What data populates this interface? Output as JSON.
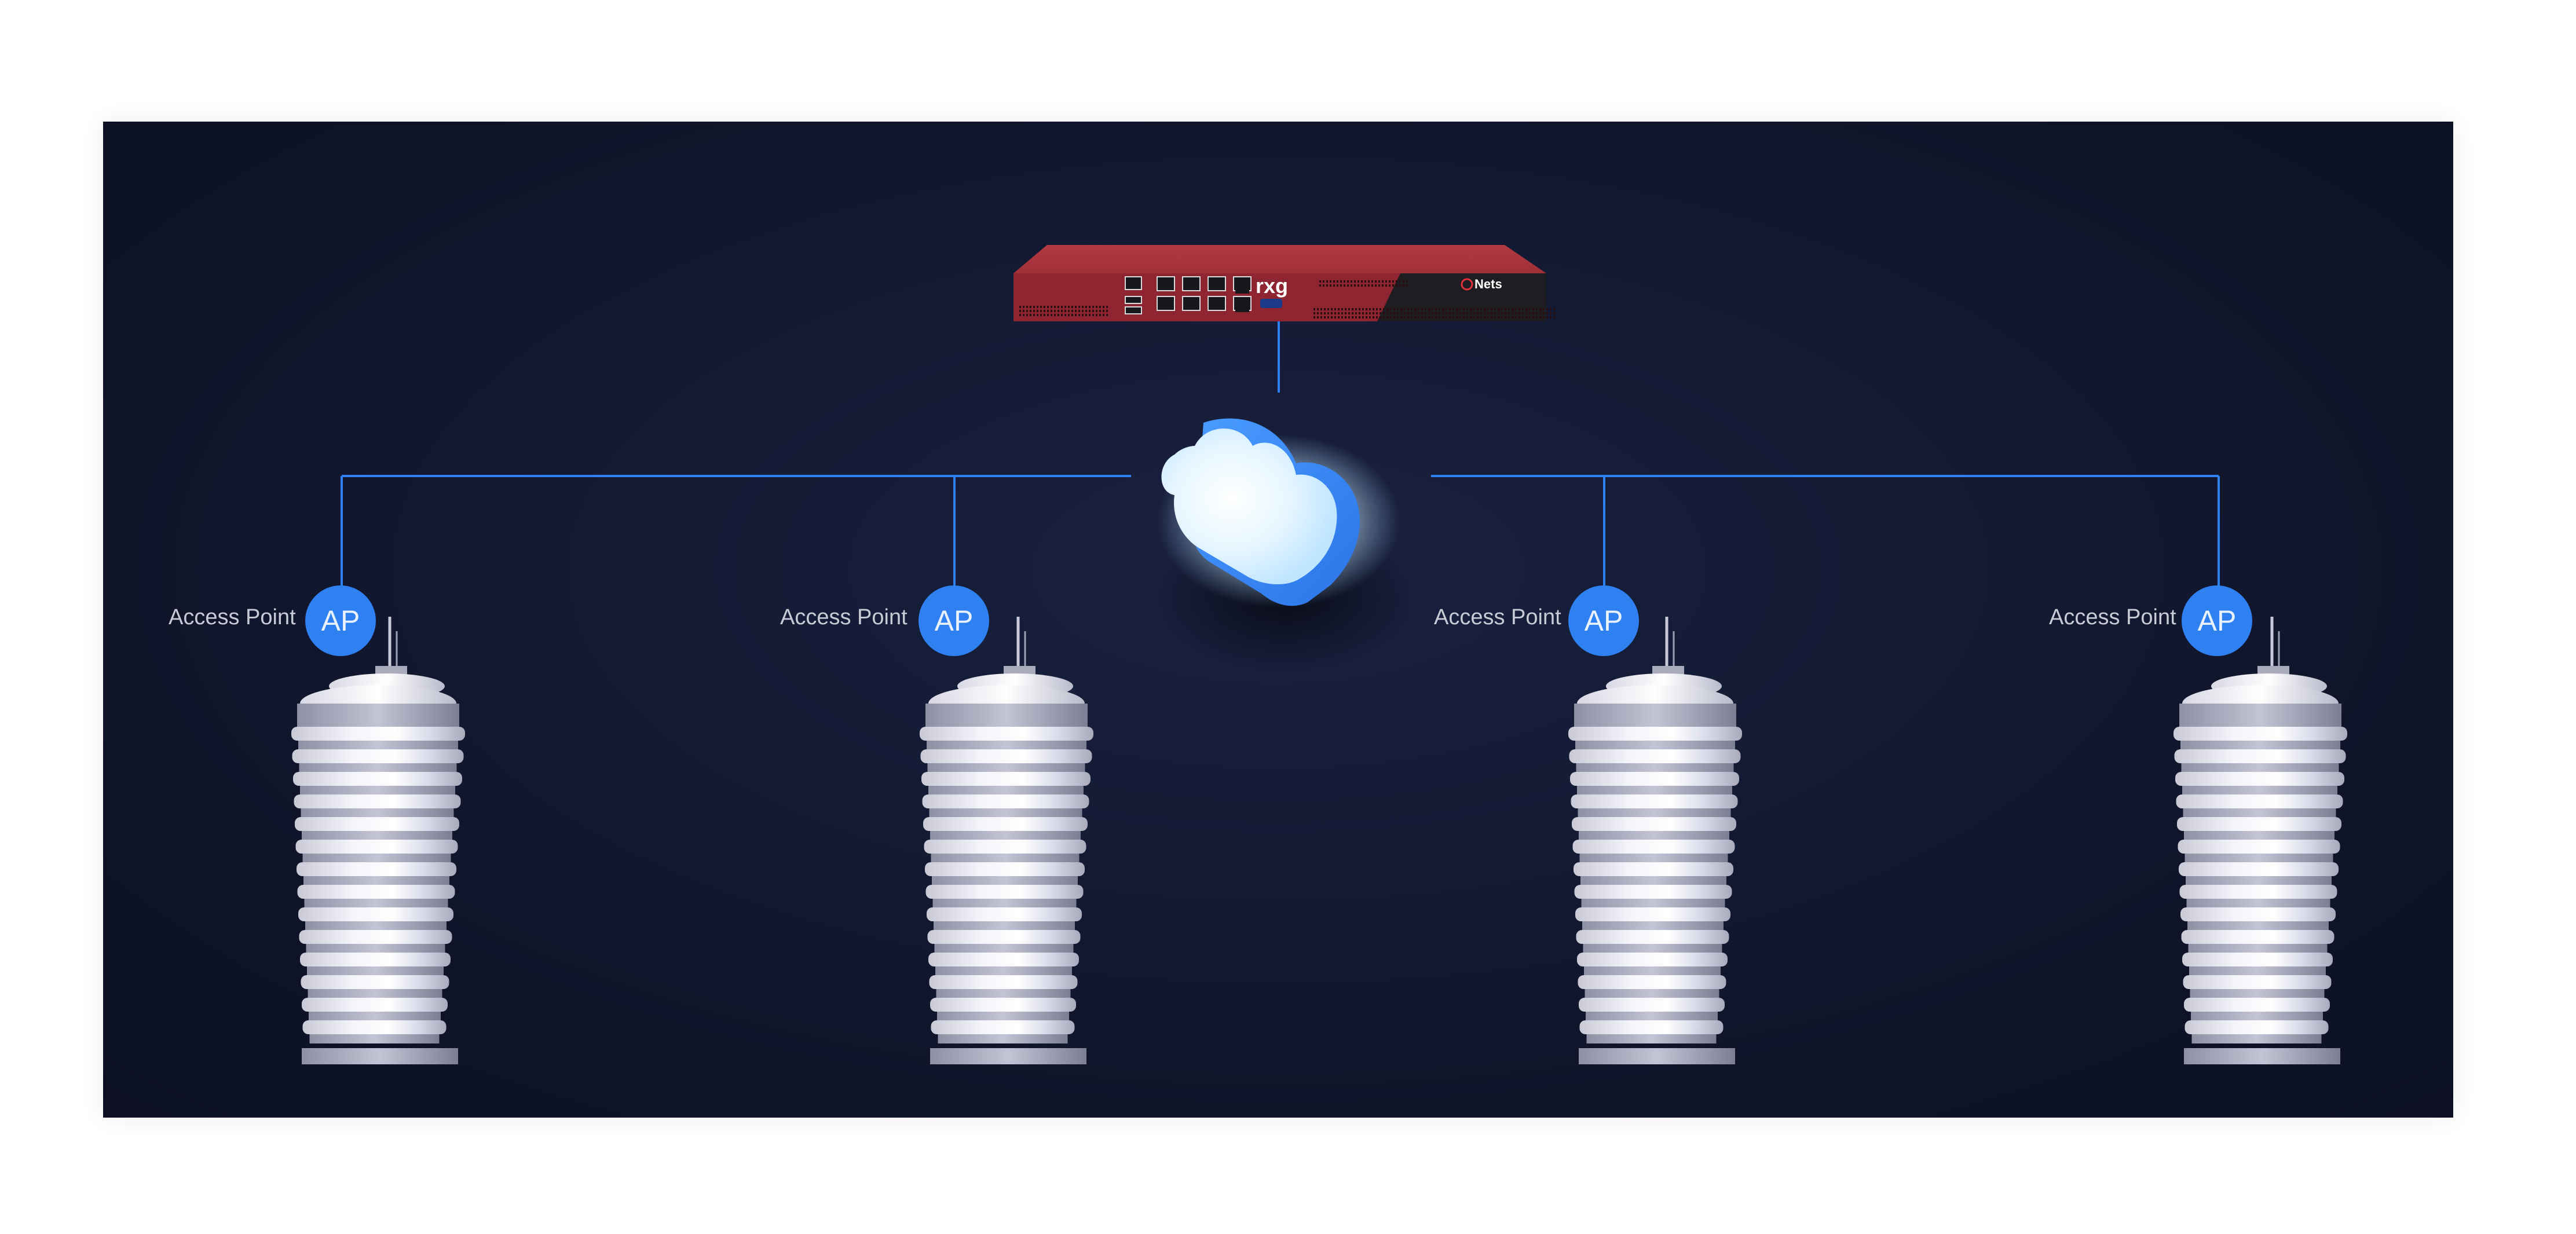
{
  "router": {
    "brand": "Nets",
    "model": "rxg",
    "body_color": "#a8323a",
    "front_color": "#8e2530"
  },
  "cloud": {
    "color": "#3b8ff5",
    "glow": "#dff3ff"
  },
  "connector_color": "#2f80f0",
  "access_points": [
    {
      "label": "Access Point",
      "badge": "AP"
    },
    {
      "label": "Access Point",
      "badge": "AP"
    },
    {
      "label": "Access Point",
      "badge": "AP"
    },
    {
      "label": "Access Point",
      "badge": "AP"
    }
  ]
}
